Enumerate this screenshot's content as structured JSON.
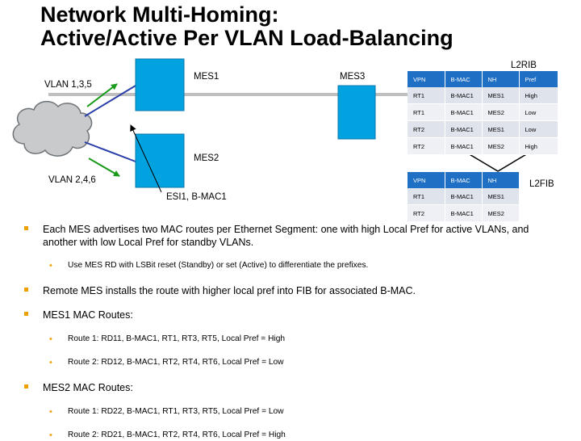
{
  "title": {
    "line1": "Network Multi-Homing:",
    "line2": "Active/Active Per VLAN Load-Balancing"
  },
  "diagram": {
    "nodes": {
      "mes1": "MES1",
      "mes2": "MES2",
      "mes3": "MES3"
    },
    "vlan_top": "VLAN 1,3,5",
    "vlan_bottom": "VLAN 2,4,6",
    "esi_label": "ESI1, B-MAC1",
    "l2rib_label": "L2RIB",
    "l2fib_label": "L2FIB",
    "colors": {
      "switch_fill": "#00a2e0",
      "link_blue": "#2b3fa8",
      "arrow_green": "#1a9a1a",
      "backbone_gray": "#bfbfbf",
      "table_header": "#1f6fc5"
    }
  },
  "l2rib": {
    "headers": [
      "VPN",
      "B-MAC",
      "NH",
      "Pref"
    ],
    "rows": [
      [
        "RT1",
        "B-MAC1",
        "MES1",
        "High"
      ],
      [
        "RT1",
        "B-MAC1",
        "MES2",
        "Low"
      ],
      [
        "RT2",
        "B-MAC1",
        "MES1",
        "Low"
      ],
      [
        "RT2",
        "B-MAC1",
        "MES2",
        "High"
      ]
    ]
  },
  "l2fib": {
    "headers": [
      "VPN",
      "B-MAC",
      "NH"
    ],
    "rows": [
      [
        "RT1",
        "B-MAC1",
        "MES1"
      ],
      [
        "RT2",
        "B-MAC1",
        "MES2"
      ]
    ]
  },
  "bullets": [
    {
      "level": 1,
      "text": "Each MES advertises two MAC routes per Ethernet Segment: one with high Local Pref for active VLANs, and another with low Local Pref for standby VLANs."
    },
    {
      "level": 2,
      "text": "Use MES RD with LSBit reset (Standby) or set (Active) to differentiate the prefixes."
    },
    {
      "level": 1,
      "text": "Remote MES installs the route with higher local pref into FIB for associated B-MAC."
    },
    {
      "level": 1,
      "text": "MES1 MAC Routes:"
    },
    {
      "level": 2,
      "text": "Route 1: RD11, B-MAC1, RT1, RT3, RT5, Local Pref = High"
    },
    {
      "level": 2,
      "text": "Route 2: RD12, B-MAC1, RT2, RT4, RT6, Local Pref = Low"
    },
    {
      "level": 1,
      "text": "MES2 MAC Routes:"
    },
    {
      "level": 2,
      "text": "Route 1: RD22, B-MAC1, RT1, RT3, RT5, Local Pref = Low"
    },
    {
      "level": 2,
      "text": "Route 2: RD21, B-MAC1, RT2, RT4, RT6, Local Pref = High"
    }
  ]
}
